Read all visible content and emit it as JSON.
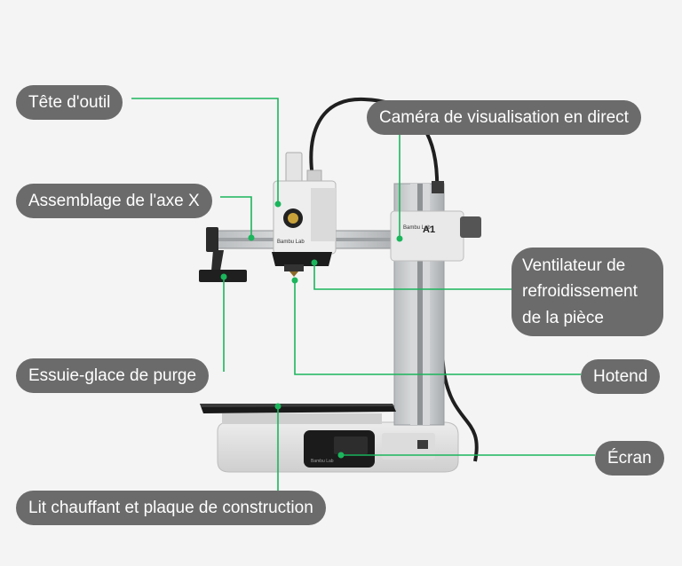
{
  "labels": {
    "tool_head": "Tête d'outil",
    "x_axis": "Assemblage de l'axe X",
    "purge_wiper": "Essuie-glace de purge",
    "heatbed": "Lit chauffant et plaque de construction",
    "camera": "Caméra de visualisation en direct",
    "cooling_fan": "Ventilateur de refroidissement de la pièce",
    "hotend": "Hotend",
    "screen": "Écran"
  },
  "printer_marks": {
    "brand": "Bambu Lab",
    "model": "A1"
  },
  "colors": {
    "label_bg": "#6b6b6b",
    "label_text": "#ffffff",
    "leader_line": "#1bb55c",
    "background": "#f4f4f4"
  }
}
